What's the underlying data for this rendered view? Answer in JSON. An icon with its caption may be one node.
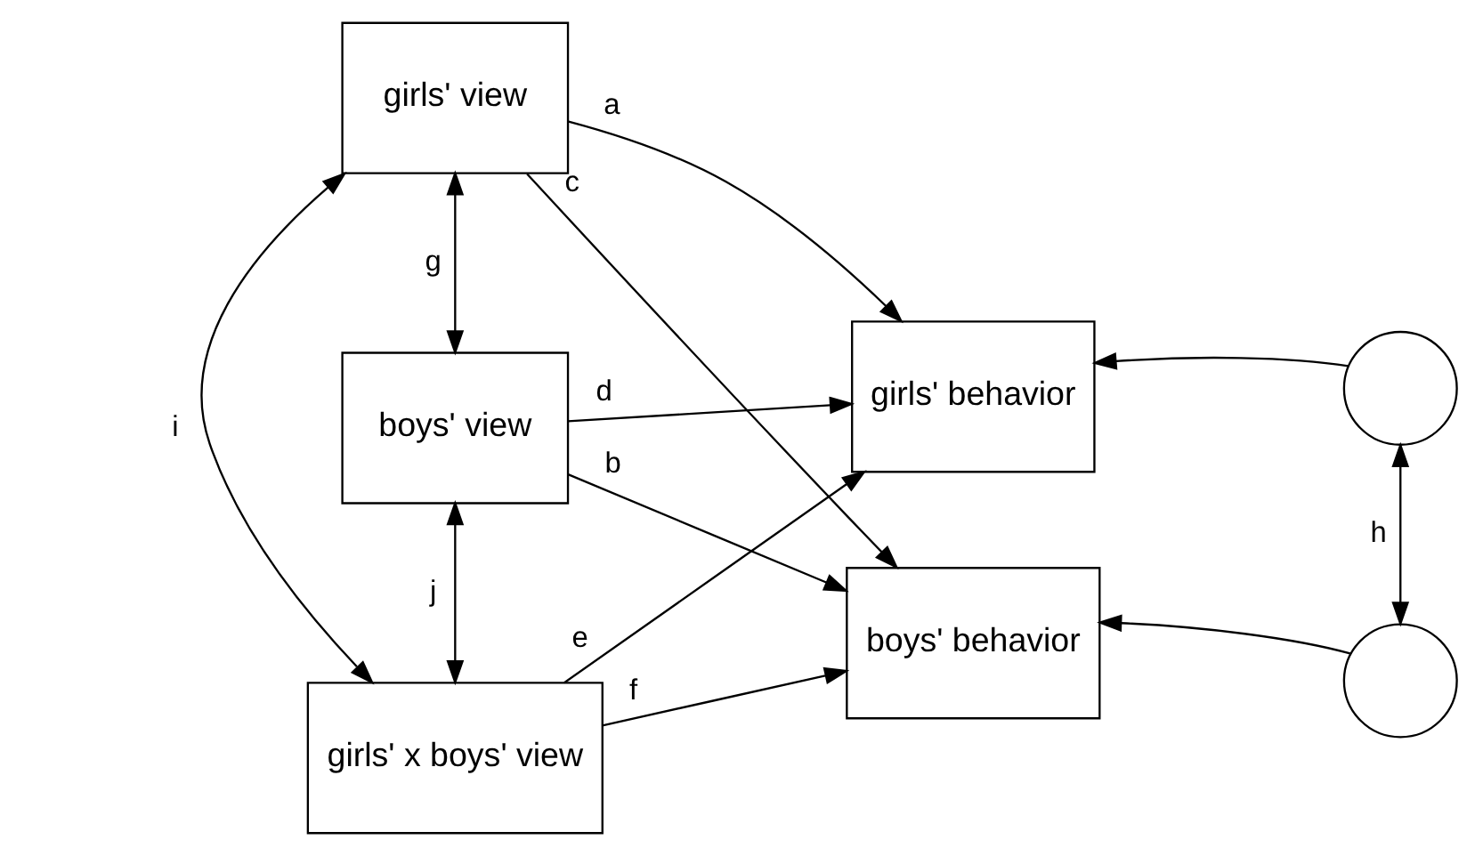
{
  "diagram": {
    "nodes": [
      {
        "text": [
          "girls' view"
        ]
      },
      {
        "text": [
          "boys' view"
        ]
      },
      {
        "text": [
          "girls' x boys' view"
        ]
      },
      {
        "text": [
          "girls' behavior"
        ]
      },
      {
        "text": [
          "boys' behavior"
        ]
      },
      {
        "text": [],
        "shape": "circle"
      },
      {
        "text": [],
        "shape": "circle"
      }
    ],
    "edges": [
      {
        "from": 0,
        "to": 3,
        "arrow": "to",
        "label": "a"
      },
      {
        "from": 0,
        "to": 4,
        "arrow": "to",
        "label": "c"
      },
      {
        "from": 1,
        "to": 3,
        "arrow": "to",
        "label": "d"
      },
      {
        "from": 1,
        "to": 4,
        "arrow": "to",
        "label": "b"
      },
      {
        "from": 2,
        "to": 3,
        "arrow": "to",
        "label": "e"
      },
      {
        "from": 2,
        "to": 4,
        "arrow": "to",
        "label": "f"
      },
      {
        "from": 0,
        "to": 1,
        "arrow": "both",
        "label": "g"
      },
      {
        "from": 1,
        "to": 2,
        "arrow": "both",
        "label": "j"
      },
      {
        "from": 0,
        "to": 2,
        "arrow": "both",
        "label": "i"
      },
      {
        "from": 5,
        "to": 3,
        "arrow": "to"
      },
      {
        "from": 6,
        "to": 4,
        "arrow": "to"
      },
      {
        "from": 5,
        "to": 6,
        "arrow": "both",
        "label": "h"
      }
    ]
  }
}
